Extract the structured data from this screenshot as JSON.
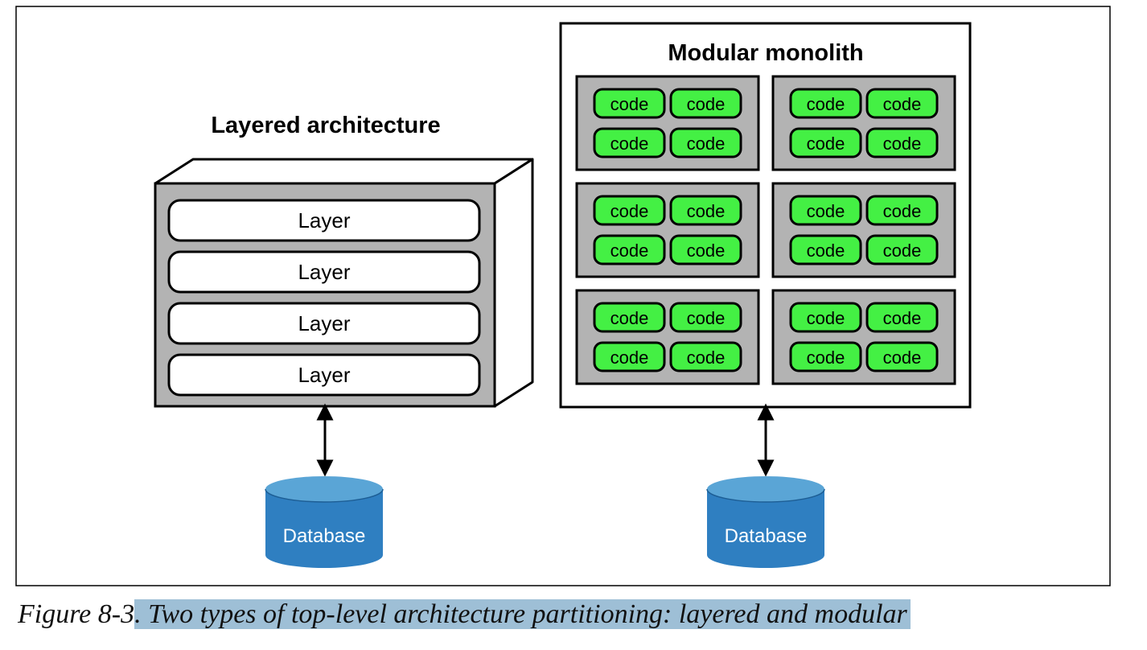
{
  "layered": {
    "title": "Layered architecture",
    "layers": [
      "Layer",
      "Layer",
      "Layer",
      "Layer"
    ],
    "database_label": "Database"
  },
  "modular": {
    "title": "Modular monolith",
    "modules": [
      [
        "code",
        "code",
        "code",
        "code"
      ],
      [
        "code",
        "code",
        "code",
        "code"
      ],
      [
        "code",
        "code",
        "code",
        "code"
      ],
      [
        "code",
        "code",
        "code",
        "code"
      ],
      [
        "code",
        "code",
        "code",
        "code"
      ],
      [
        "code",
        "code",
        "code",
        "code"
      ]
    ],
    "database_label": "Database"
  },
  "caption": {
    "label": "Figure 8-3",
    "text": ". Two types of top-level architecture partitioning: layered and modular"
  },
  "colors": {
    "module_gray": "#b3b3b3",
    "code_green": "#44f044",
    "database_blue": "#2f7fc1",
    "database_top": "#5aa5d6",
    "caption_highlight": "#9ebfd6"
  }
}
